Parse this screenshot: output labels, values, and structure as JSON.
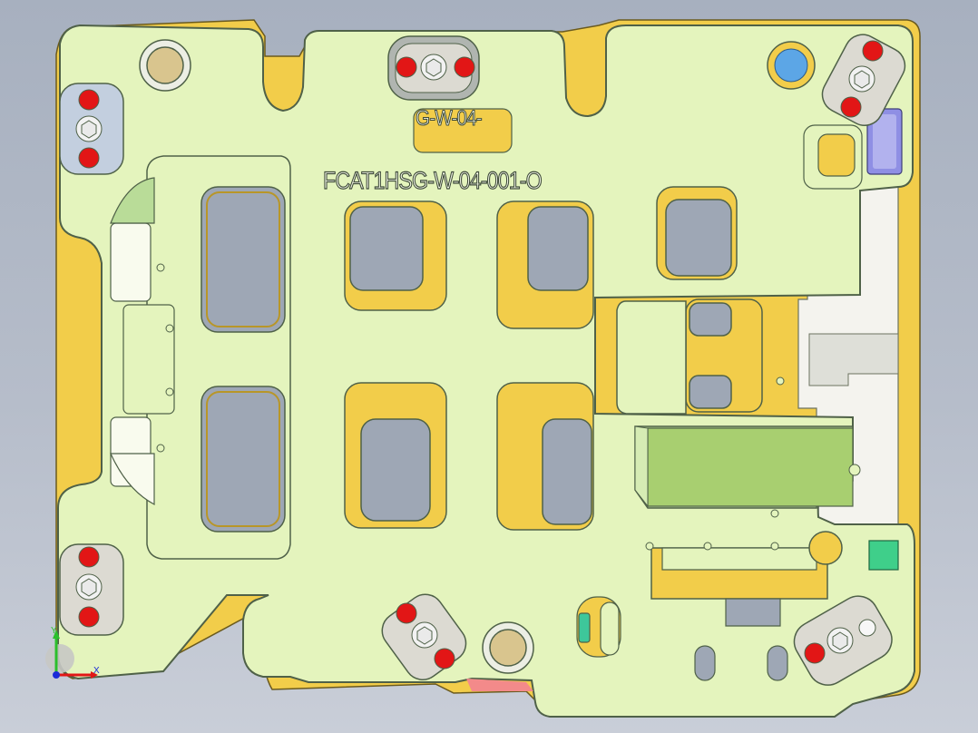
{
  "model": {
    "part_number": "FCAT1HSG-W-04-001-O",
    "engraving_partial": "G-W-04-"
  },
  "triad": {
    "x_label": "X",
    "y_label": "Y"
  },
  "colors": {
    "background_top": "#a7b0bf",
    "background_bottom": "#c9ced8",
    "plate": "#e4f4bd",
    "plate_edge": "#4f6148",
    "yellow_body": "#f2cd4a",
    "pin_red": "#e21616",
    "boss_tan": "#d9c58e",
    "block_green": "#a8cf70",
    "blue_pin": "#5ca6e6"
  }
}
